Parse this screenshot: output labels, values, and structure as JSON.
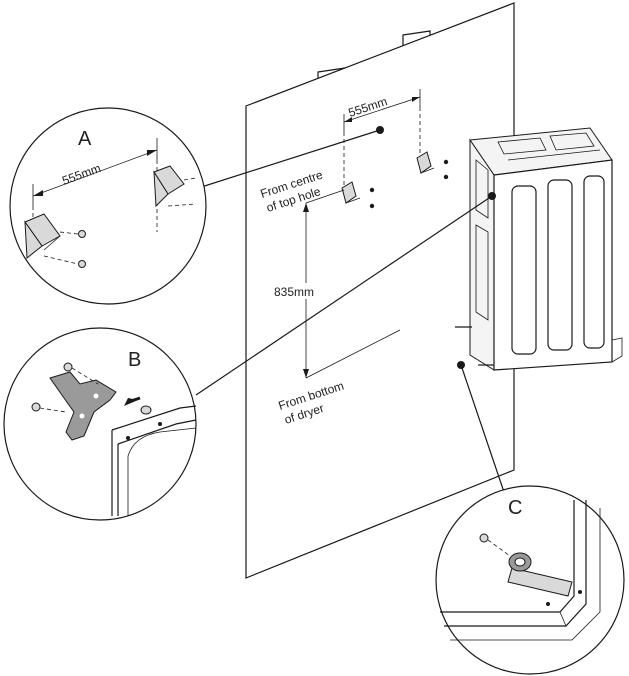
{
  "dimensions": {
    "top_spacing": "555mm",
    "detail_a_spacing": "555mm",
    "height": "835mm",
    "from_top_line1": "From centre",
    "from_top_line2": "of top hole",
    "from_bottom_line1": "From bottom",
    "from_bottom_line2": "of dryer"
  },
  "callouts": {
    "a": "A",
    "b": "B",
    "c": "C"
  }
}
